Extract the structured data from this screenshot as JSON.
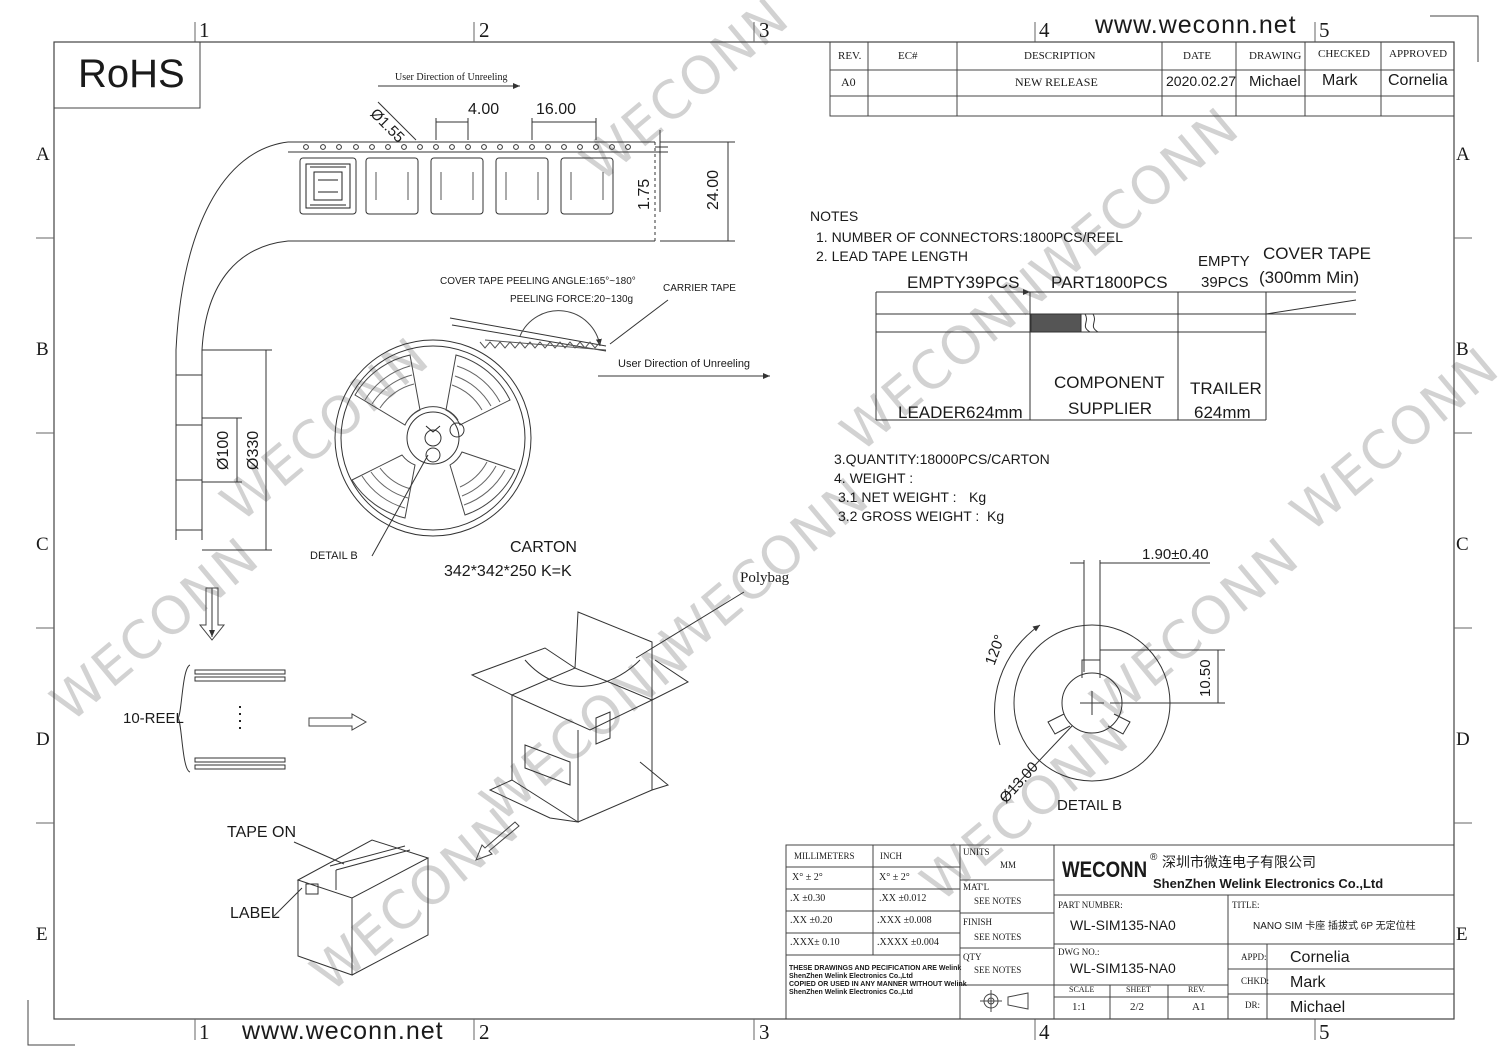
{
  "header": {
    "website": "www.weconn.net",
    "rohs": "RoHS"
  },
  "footer": {
    "website": "www.weconn.net"
  },
  "border": {
    "columns": [
      "1",
      "2",
      "3",
      "4",
      "5"
    ],
    "rows": [
      "A",
      "B",
      "C",
      "D",
      "E"
    ]
  },
  "watermark": "WECONN",
  "revision_table": {
    "headers": [
      "REV.",
      "EC#",
      "DESCRIPTION",
      "DATE",
      "DRAWING",
      "CHECKED",
      "APPROVED"
    ],
    "rows": [
      [
        "A0",
        "",
        "NEW RELEASE",
        "2020.02.27",
        "Michael",
        "Mark",
        "Cornelia"
      ]
    ]
  },
  "tape_view": {
    "unreel_direction": "User Direction of Unreeling",
    "hole_dia": "Ø1.55",
    "pitch_holes": "4.00",
    "pitch_parts": "16.00",
    "hole_offset": "1.75",
    "tape_width": "24.00"
  },
  "reel_view": {
    "peel_angle": "COVER TAPE PEELING ANGLE:165°~180°",
    "peel_force": "PEELING FORCE:20~130g",
    "carrier_tape": "CARRIER TAPE",
    "unreel_direction": "User Direction of Unreeling",
    "hub_dia": "Ø100",
    "reel_dia": "Ø330",
    "detail_b": "DETAIL B",
    "carton_label": "CARTON",
    "carton_size": "342*342*250 K=K"
  },
  "packing": {
    "polybag": "Polybag",
    "reels": "10-REEL",
    "tape_on": "TAPE ON",
    "label": "LABEL"
  },
  "notes": {
    "title": "NOTES",
    "n1": "1. NUMBER OF CONNECTORS:1800PCS/REEL",
    "n2": "2. LEAD TAPE LENGTH",
    "n3": "3.QUANTITY:18000PCS/CARTON",
    "n4": "4. WEIGHT :",
    "n41": "3.1 NET WEIGHT :",
    "n41_unit": "Kg",
    "n42": "3.2 GROSS WEIGHT :",
    "n42_unit": "Kg"
  },
  "lead_tape": {
    "empty_lead": "EMPTY39PCS",
    "part": "PART1800PCS",
    "empty_trail_1": "EMPTY",
    "empty_trail_2": "39PCS",
    "cover_1": "COVER TAPE",
    "cover_2": "(300mm Min)",
    "leader": "LEADER624mm",
    "component_1": "COMPONENT",
    "component_2": "SUPPLIER",
    "trailer_1": "TRAILER",
    "trailer_2": "624mm"
  },
  "detail_b": {
    "slot_width": "1.90±0.40",
    "slot_depth": "10.50",
    "angle": "120°",
    "bore": "Ø13.00",
    "title": "DETAIL B"
  },
  "title_block": {
    "tolerance_headers": [
      "MILLIMETERS",
      "INCH"
    ],
    "tolerances": [
      [
        "X°  ± 2°",
        "X°  ± 2°"
      ],
      [
        ".X  ±0.30",
        ".XX  ±0.012"
      ],
      [
        ".XX  ±0.20",
        ".XXX  ±0.008"
      ],
      [
        ".XXX± 0.10",
        ".XXXX ±0.004"
      ]
    ],
    "units_label": "UNITS",
    "units": "MM",
    "material_label": "MAT'L",
    "material": "SEE NOTES",
    "finish_label": "FINISH",
    "finish": "SEE NOTES",
    "qty_label": "QTY",
    "qty": "SEE NOTES",
    "disclaimer": [
      "THESE DRAWINGS AND PECIFICATION ARE Welink",
      "ShenZhen Welink Electronics Co.,Ltd",
      " COPIED OR USED IN ANY MANNER WITHOUT Welink",
      "ShenZhen Welink Electronics Co.,Ltd"
    ],
    "company_logo": "WECONN",
    "company_cn": "深圳市微连电子有限公司",
    "company_en": "ShenZhen Welink Electronics Co.,Ltd",
    "part_number_label": "PART NUMBER:",
    "part_number": "WL-SIM135-NA0",
    "title_label": "TITLE:",
    "title": "NANO SIM 卡座 插拔式 6P 无定位柱",
    "dwg_label": "DWG NO.:",
    "dwg_no": "WL-SIM135-NA0",
    "scale_label": "SCALE",
    "scale": "1:1",
    "sheet_label": "SHEET",
    "sheet": "2/2",
    "rev_label": "REV.",
    "rev": "A1",
    "appd_label": "APPD:",
    "appd": "Cornelia",
    "chkd_label": "CHKD:",
    "chkd": "Mark",
    "dr_label": "DR:",
    "dr": "Michael"
  }
}
